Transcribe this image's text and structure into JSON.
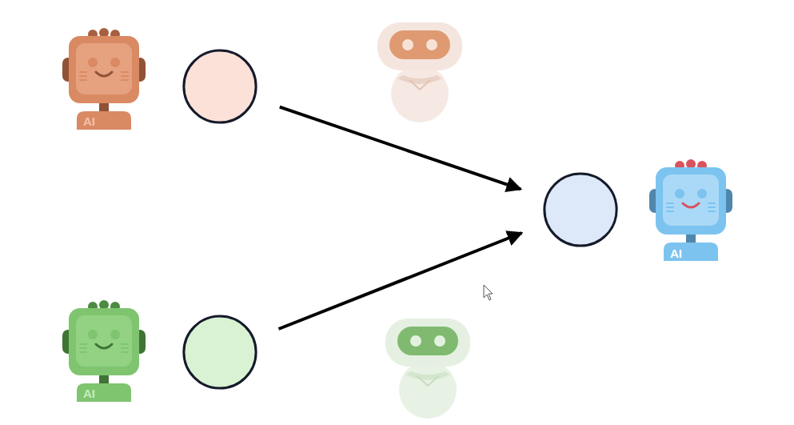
{
  "diagram": {
    "nodes": [
      {
        "text": []
      },
      {
        "text": []
      },
      {
        "text": []
      }
    ],
    "edges": [
      {
        "from": 0,
        "to": 2,
        "arrow": "to"
      },
      {
        "from": 1,
        "to": 2,
        "arrow": "to"
      }
    ],
    "labels": [
      "AI",
      "AI",
      "AI"
    ]
  }
}
